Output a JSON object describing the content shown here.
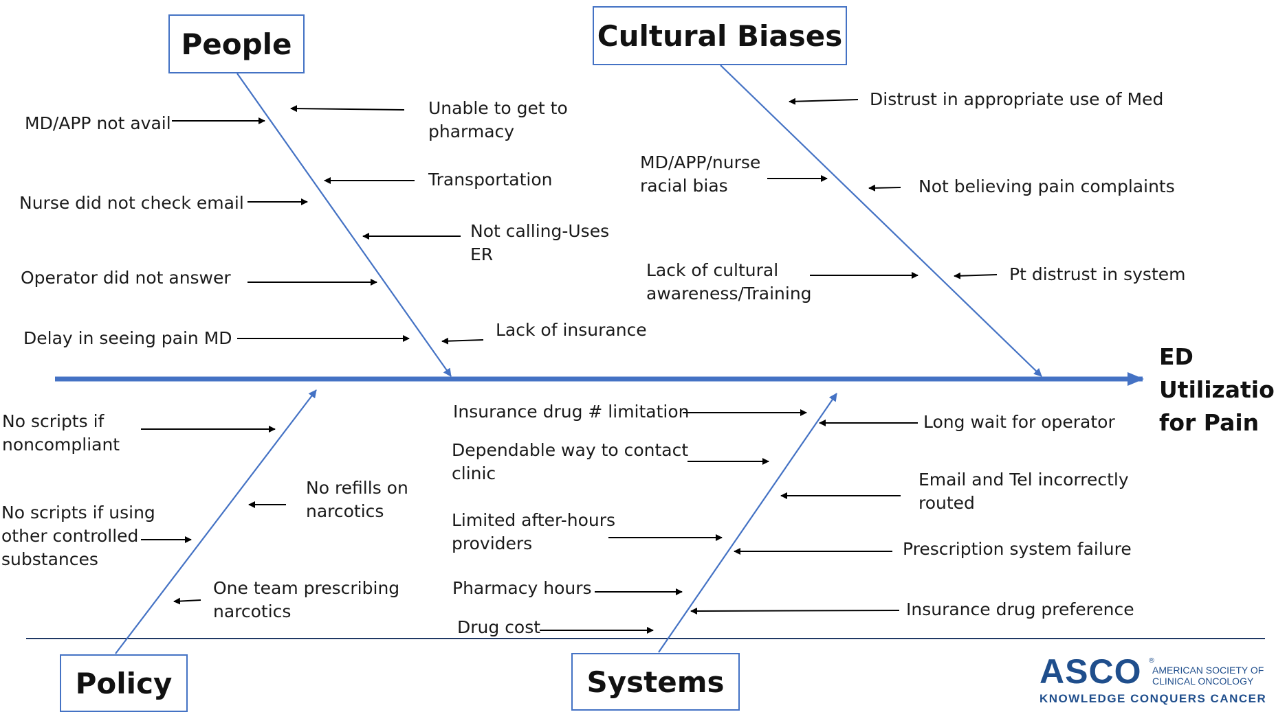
{
  "effect": "ED\nUtilization\nfor Pain",
  "categories": {
    "people": "People",
    "cultural": "Cultural Biases",
    "policy": "Policy",
    "systems": "Systems"
  },
  "causes": {
    "people": [
      "MD/APP not avail",
      "Nurse did not check email",
      "Operator did not answer",
      "Delay in seeing pain MD",
      "Unable to get to\npharmacy",
      "Transportation",
      "Not calling-Uses\nER",
      "Lack of insurance"
    ],
    "cultural": [
      "Distrust in appropriate use of Med",
      "MD/APP/nurse\nracial bias",
      "Not believing pain complaints",
      "Lack of cultural\nawareness/Training",
      "Pt distrust in system"
    ],
    "policy": [
      "No scripts if\nnoncompliant",
      "No scripts if using\nother controlled\nsubstances",
      "No refills on\nnarcotics",
      "One team prescribing\nnarcotics"
    ],
    "systems": [
      "Insurance drug # limitation",
      "Dependable way to contact\nclinic",
      "Limited after-hours\nproviders",
      "Pharmacy hours",
      "Drug cost",
      "Long wait for operator",
      "Email and Tel incorrectly\nrouted",
      "Prescription system failure",
      "Insurance drug preference"
    ]
  },
  "logo": {
    "brand": "ASCO",
    "registered": "®",
    "org_name": "AMERICAN SOCIETY OF\nCLINICAL ONCOLOGY",
    "tagline": "KNOWLEDGE CONQUERS CANCER"
  },
  "colors": {
    "spine": "#4472c4",
    "arrow": "#000000",
    "box_border": "#4472c4",
    "footer_line": "#1f3864",
    "logo": "#1f4e8c"
  }
}
